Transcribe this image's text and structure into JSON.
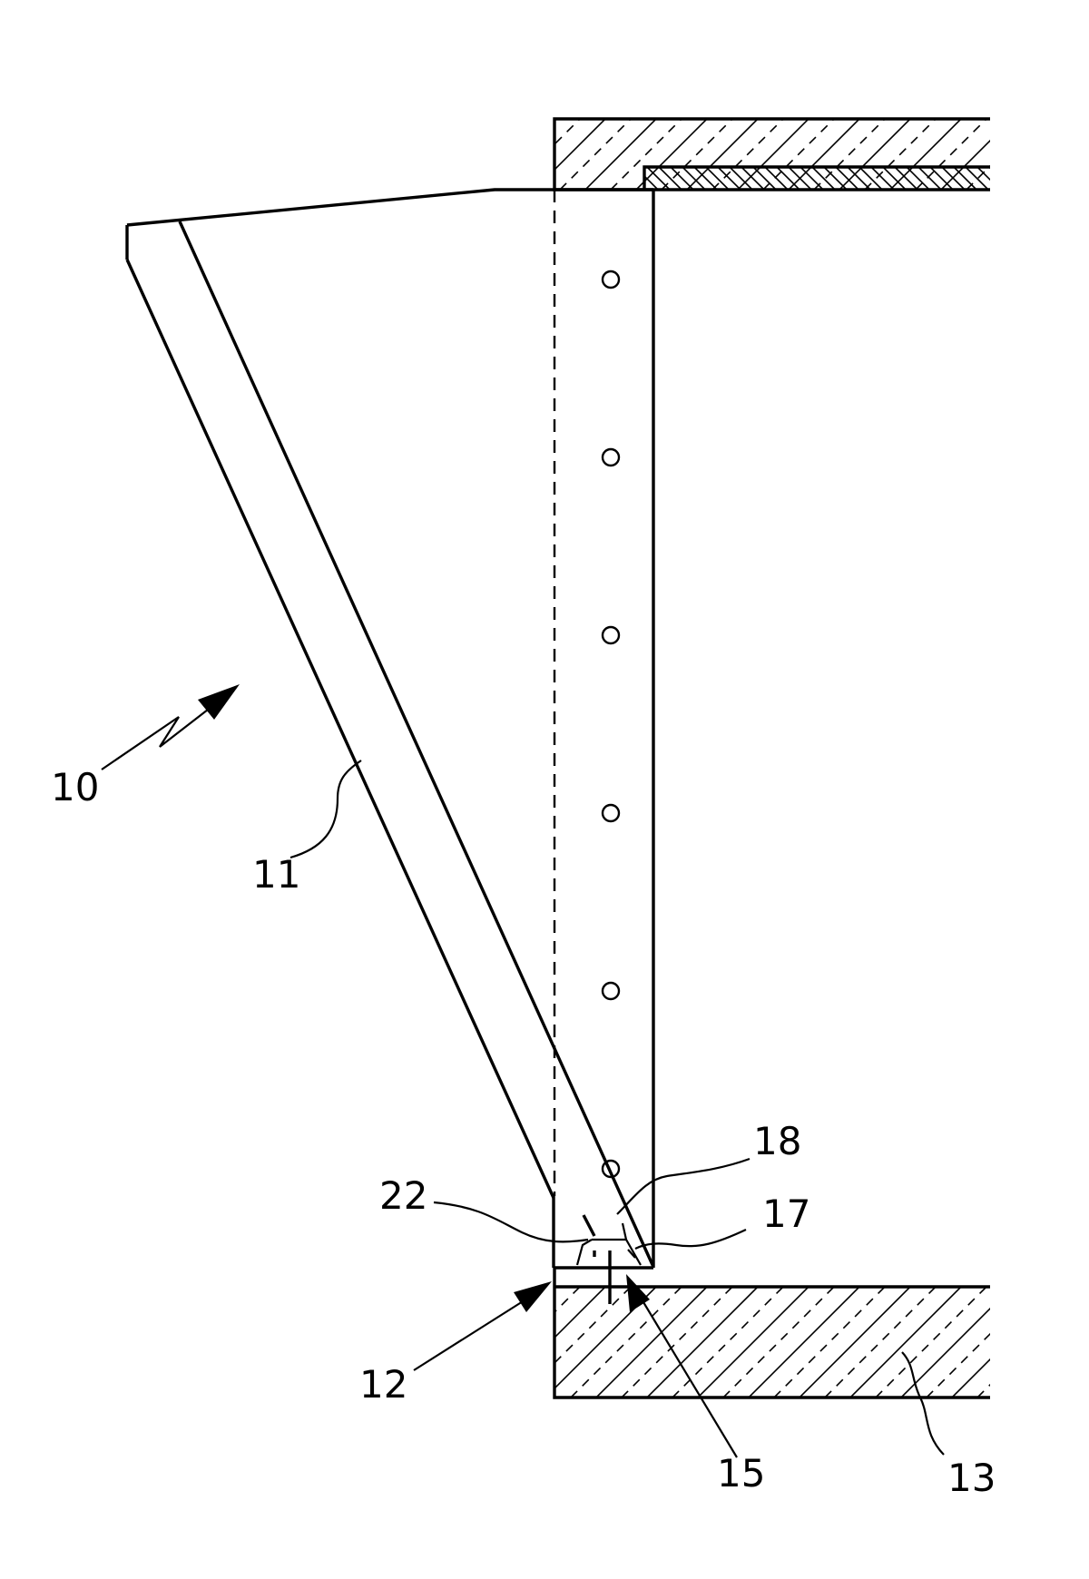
{
  "figure": {
    "reference_numerals": {
      "r10": "10",
      "r11": "11",
      "r12": "12",
      "r13": "13",
      "r15": "15",
      "r17": "17",
      "r18": "18",
      "r22": "22"
    },
    "anchor_hole_count": 6
  }
}
